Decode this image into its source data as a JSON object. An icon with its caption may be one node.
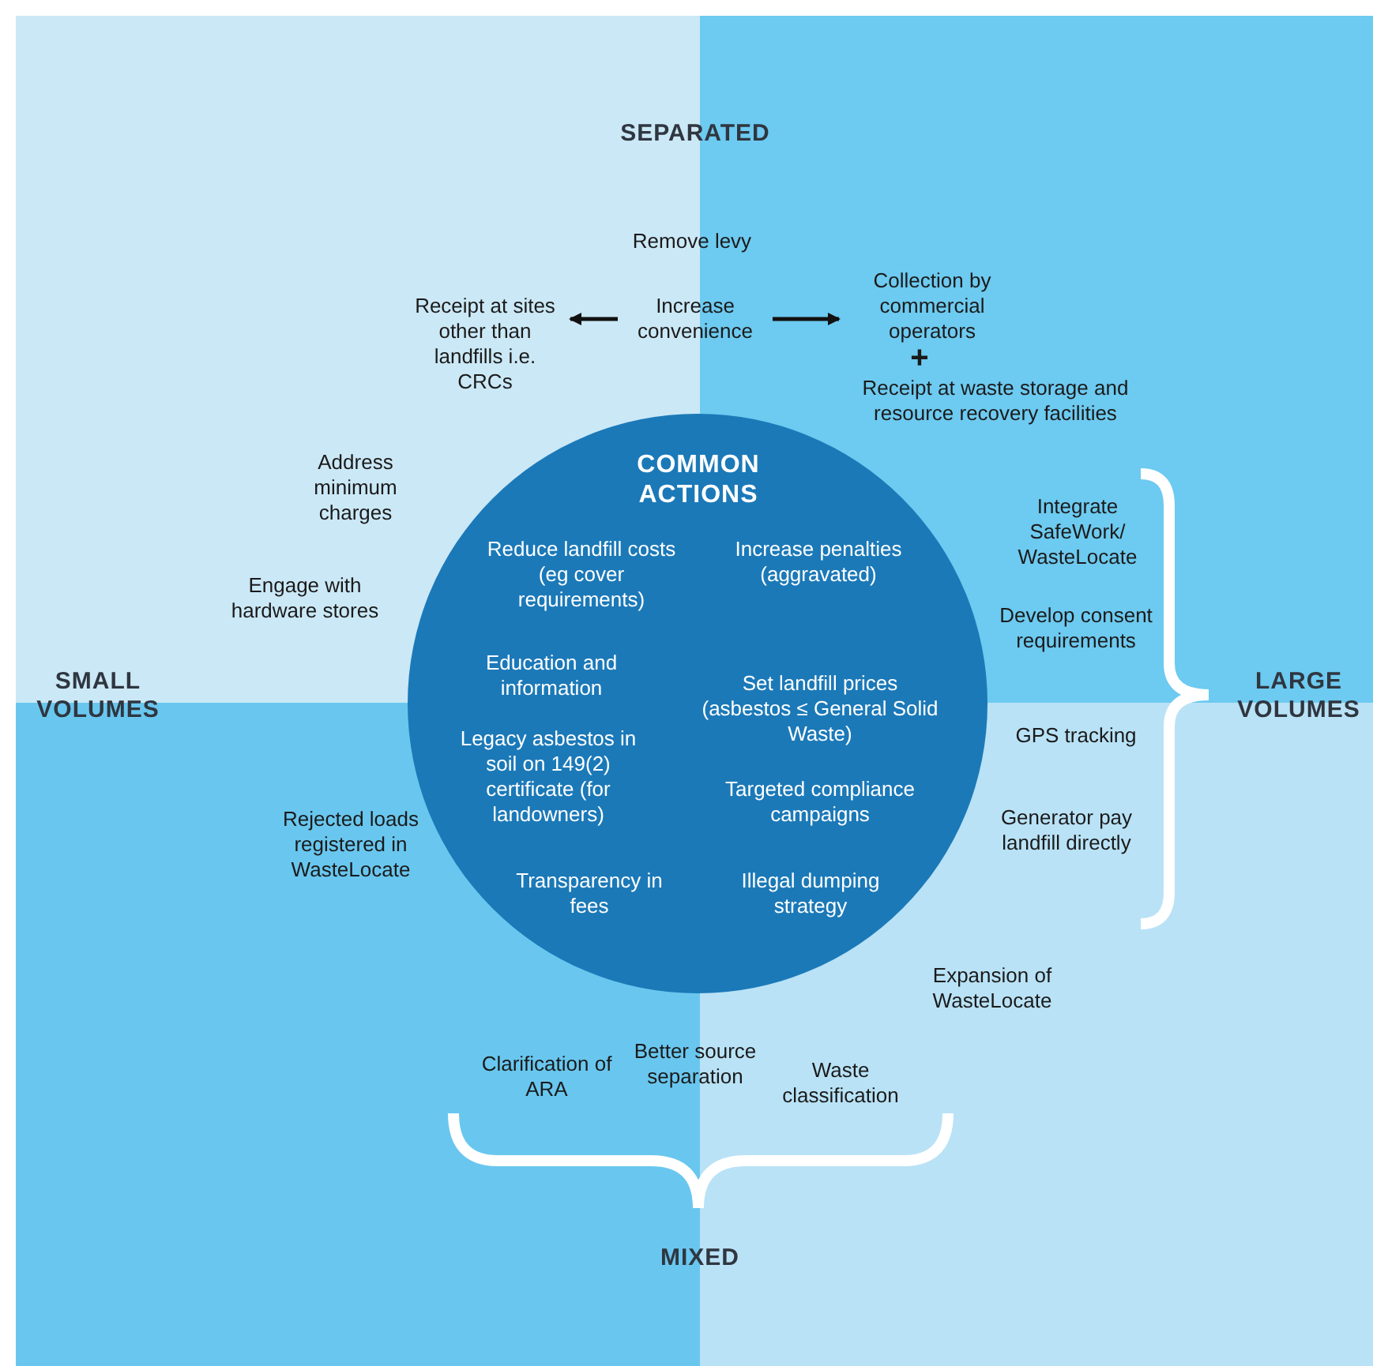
{
  "diagram": {
    "nodes": [
      {
        "text": [
          "Receipt at sites other than landfills i.e. CRCs"
        ]
      },
      {
        "text": [
          "Increase convenience"
        ]
      },
      {
        "text": [
          "Collection by commercial operators"
        ]
      },
      {
        "text": [
          "COMMON ACTIONS",
          "Reduce landfill costs (eg cover requirements)",
          "Increase penalties (aggravated)",
          "Education and information",
          "Set landfill prices (asbestos ≤ General Solid Waste)",
          "Legacy asbestos in soil on 149(2) certificate (for landowners)",
          "Targeted compliance campaigns",
          "Transparency in fees",
          "Illegal dumping strategy"
        ]
      }
    ],
    "edges": [
      {
        "from": 1,
        "to": 0,
        "arrow": "to"
      },
      {
        "from": 1,
        "to": 2,
        "arrow": "to"
      }
    ],
    "labels": [
      "SEPARATED",
      "Remove levy",
      "+",
      "Receipt at waste storage and resource recovery facilities",
      "Address minimum charges",
      "Integrate SafeWork/ WasteLocate",
      "Engage with hardware stores",
      "Develop consent requirements",
      "SMALL VOLUMES",
      "LARGE VOLUMES",
      "GPS tracking",
      "Rejected loads registered in WasteLocate",
      "Generator pay landfill directly",
      "Expansion of WasteLocate",
      "Better source separation",
      "Clarification of ARA",
      "Waste classification",
      "MIXED"
    ]
  }
}
